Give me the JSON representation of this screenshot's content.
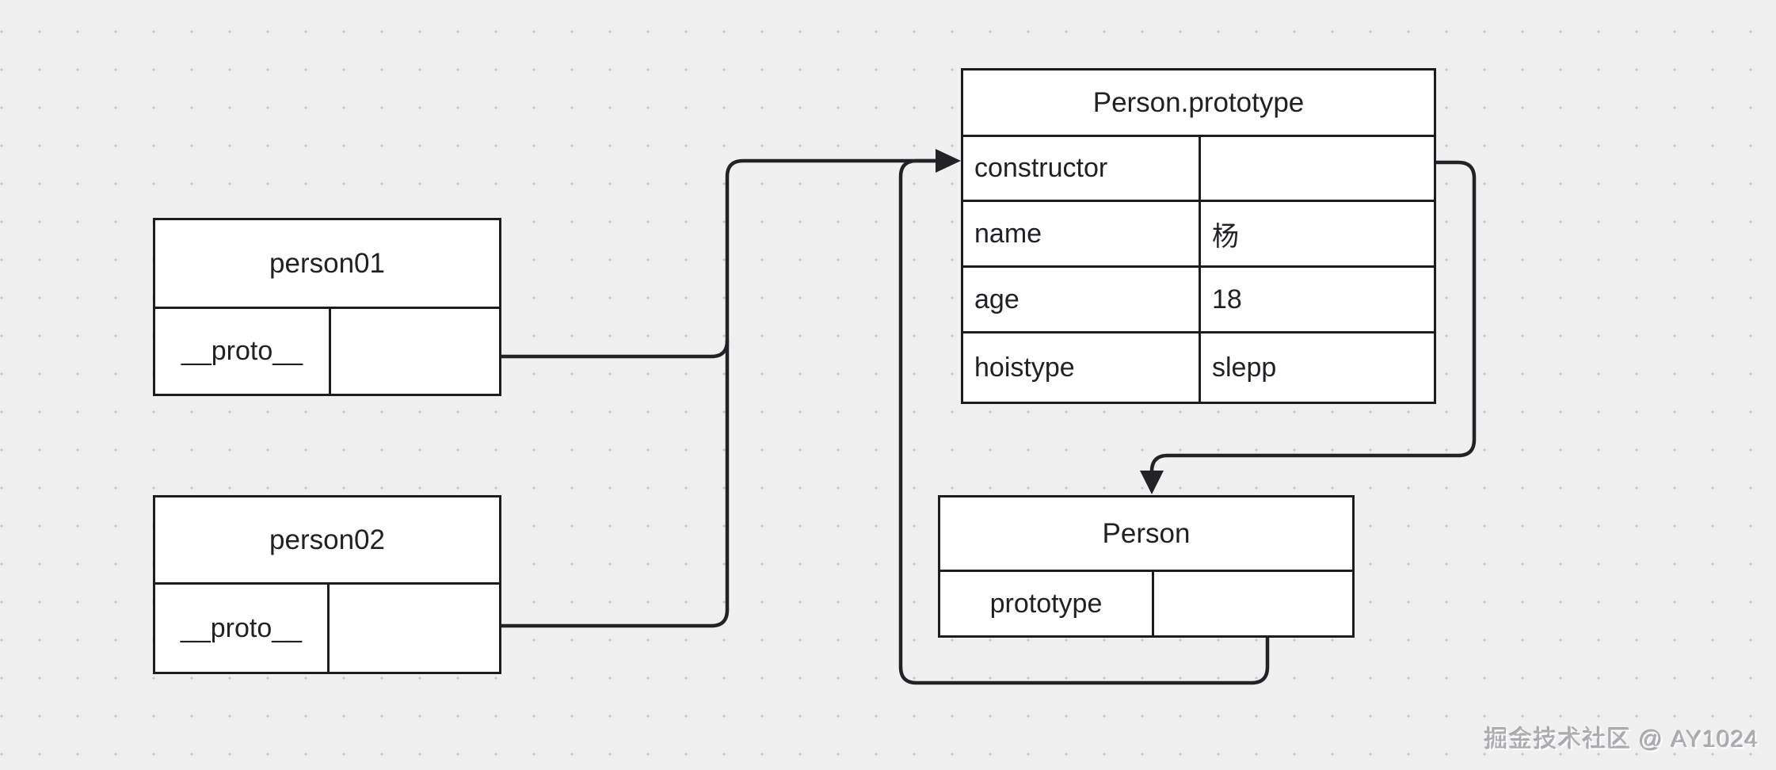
{
  "colors": {
    "bg-color": "#f0f0f1",
    "dot-color": "#c9c9cd",
    "line-color": "#232327",
    "border-color": "#1d1d21",
    "node-fill": "#ffffff",
    "text-color": "#212125",
    "watermark-color": "#aeaeb2"
  },
  "nodes": {
    "person01": {
      "title": "person01",
      "field_key": "__proto__",
      "field_value": ""
    },
    "person02": {
      "title": "person02",
      "field_key": "__proto__",
      "field_value": ""
    },
    "prototype_table": {
      "title": "Person.prototype",
      "rows": [
        {
          "key": "constructor",
          "value": ""
        },
        {
          "key": "name",
          "value": "杨"
        },
        {
          "key": "age",
          "value": "18"
        },
        {
          "key": "hoistype",
          "value": "slepp"
        }
      ]
    },
    "person_constructor": {
      "title": "Person",
      "field_key": "prototype",
      "field_value": ""
    }
  },
  "connectors": {
    "person01_proto_to_prototype": "person01.__proto__ → Person.prototype",
    "person02_proto_to_prototype": "person02.__proto__ → Person.prototype",
    "person_prototype_to_prototype": "Person.prototype property → Person.prototype object",
    "constructor_to_person": "Person.prototype.constructor → Person"
  },
  "watermark": "掘金技术社区 @ AY1024"
}
